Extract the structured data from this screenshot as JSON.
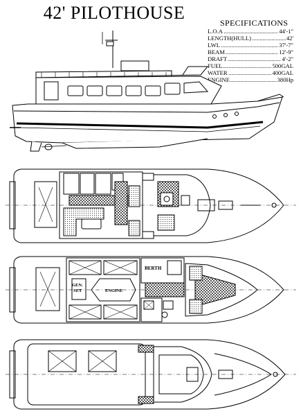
{
  "title": "42' PILOTHOUSE",
  "specifications": {
    "heading": "SPECIFICATIONS",
    "rows": [
      {
        "label": "L.O.A",
        "value": "44'-1\""
      },
      {
        "label": "LENGTH(HULL)",
        "value": "42'"
      },
      {
        "label": "LWL",
        "value": "37'-7\""
      },
      {
        "label": "BEAM",
        "value": "12'-9\""
      },
      {
        "label": "DRAFT",
        "value": "4'-2\""
      },
      {
        "label": "FUEL",
        "value": "500GAL"
      },
      {
        "label": "WATER",
        "value": "400GAL"
      },
      {
        "label": "ENGINE",
        "value": "380Hp"
      }
    ]
  },
  "plan_labels": {
    "berth": "BERTH",
    "gen_set_line1": "GEN.",
    "gen_set_line2": "SET",
    "engine": "ENGINE"
  }
}
